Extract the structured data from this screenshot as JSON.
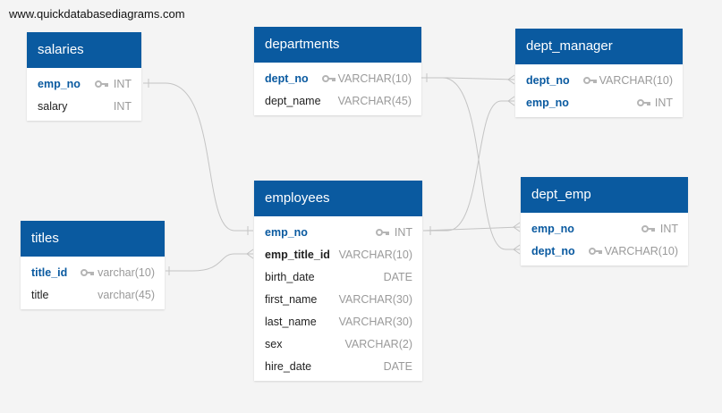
{
  "watermark": "www.quickdatabasediagrams.com",
  "tables": {
    "salaries": {
      "name": "salaries",
      "fields": [
        {
          "name": "emp_no",
          "type": "INT",
          "key": true
        },
        {
          "name": "salary",
          "type": "INT",
          "key": false
        }
      ]
    },
    "departments": {
      "name": "departments",
      "fields": [
        {
          "name": "dept_no",
          "type": "VARCHAR(10)",
          "key": true
        },
        {
          "name": "dept_name",
          "type": "VARCHAR(45)",
          "key": false
        }
      ]
    },
    "dept_manager": {
      "name": "dept_manager",
      "fields": [
        {
          "name": "dept_no",
          "type": "VARCHAR(10)",
          "key": true
        },
        {
          "name": "emp_no",
          "type": "INT",
          "key": true
        }
      ]
    },
    "titles": {
      "name": "titles",
      "fields": [
        {
          "name": "title_id",
          "type": "varchar(10)",
          "key": true
        },
        {
          "name": "title",
          "type": "varchar(45)",
          "key": false
        }
      ]
    },
    "employees": {
      "name": "employees",
      "fields": [
        {
          "name": "emp_no",
          "type": "INT",
          "key": true
        },
        {
          "name": "emp_title_id",
          "type": "VARCHAR(10)",
          "key": false
        },
        {
          "name": "birth_date",
          "type": "DATE",
          "key": false
        },
        {
          "name": "first_name",
          "type": "VARCHAR(30)",
          "key": false
        },
        {
          "name": "last_name",
          "type": "VARCHAR(30)",
          "key": false
        },
        {
          "name": "sex",
          "type": "VARCHAR(2)",
          "key": false
        },
        {
          "name": "hire_date",
          "type": "DATE",
          "key": false
        }
      ]
    },
    "dept_emp": {
      "name": "dept_emp",
      "fields": [
        {
          "name": "emp_no",
          "type": "INT",
          "key": true
        },
        {
          "name": "dept_no",
          "type": "VARCHAR(10)",
          "key": true
        }
      ]
    }
  },
  "colors": {
    "header": "#0a5aa0",
    "key_field": "#0a5aa0",
    "type_text": "#9a9a9a",
    "connector": "#c4c4c4",
    "background": "#f4f4f4"
  },
  "icons": {
    "key": "key-icon"
  }
}
